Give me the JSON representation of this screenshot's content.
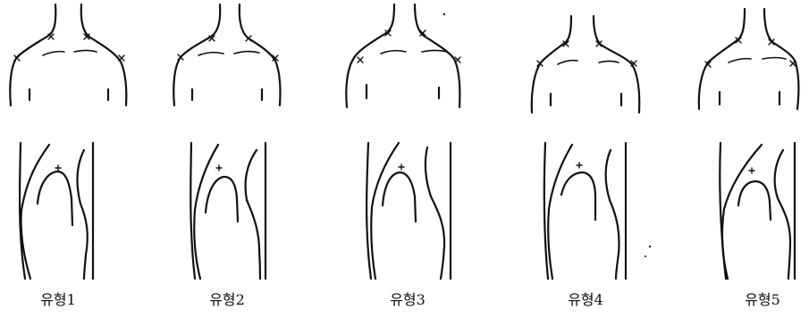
{
  "labels": [
    "유형1",
    "유형2",
    "유형3",
    "유형4",
    "유형5"
  ]
}
